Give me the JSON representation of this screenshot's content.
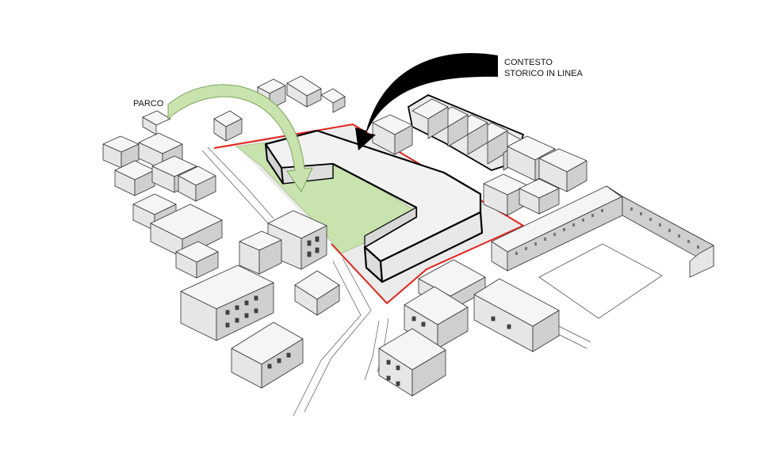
{
  "labels": {
    "park": "PARCO",
    "context_line1": "CONTESTO",
    "context_line2": "STORICO IN LINEA"
  },
  "colors": {
    "site_outline": "#e2231a",
    "park_fill": "#c8e3ad",
    "park_arrow": "#c8e3ad",
    "context_arrow": "#000000",
    "building_top": "#f4f4f4",
    "building_side": "#d4d4d4",
    "building_dark": "#bdbdbd",
    "ground": "#e9e9e9"
  },
  "icons": {
    "park_arrow": "curved-arrow-icon",
    "context_arrow": "curved-arrow-icon"
  }
}
